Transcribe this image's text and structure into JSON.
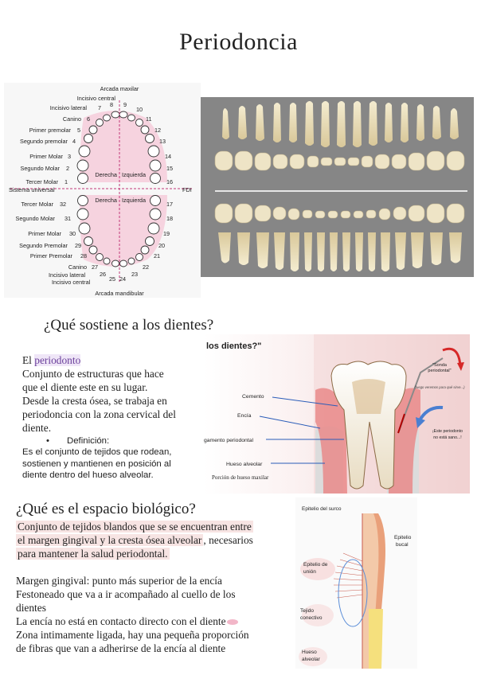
{
  "title": "Periodoncia",
  "figure1": {
    "top_label": "Arcada maxilar",
    "bottom_label": "Arcada mandibular",
    "left_system": "Sistema universal",
    "right_system": "FDI",
    "quadrants": {
      "ur": "Derecha",
      "ul": "Izquierda",
      "lr": "Derecha",
      "ll": "Izquierda"
    },
    "upper_labels": [
      "Incisivo central",
      "Incisivo lateral",
      "Canino",
      "Primer premolar",
      "Segundo premolar",
      "Primer Molar",
      "Segundo Molar",
      "Tercer Molar"
    ],
    "upper_left_numbers": [
      "7",
      "6",
      "5",
      "4",
      "3",
      "2",
      "1"
    ],
    "upper_center_numbers": [
      "8",
      "9"
    ],
    "upper_right_numbers": [
      "10",
      "11",
      "12",
      "13",
      "14",
      "15",
      "16"
    ],
    "lower_labels": [
      "Tercer Molar",
      "Segundo Molar",
      "Primer Molar",
      "Segundo Premolar",
      "Primer Premolar",
      "Canino",
      "Incisivo lateral",
      "Incisivo central"
    ],
    "lower_left_numbers": [
      "32",
      "31",
      "30",
      "29",
      "28",
      "27",
      "26"
    ],
    "lower_center_numbers": [
      "25",
      "24"
    ],
    "lower_right_numbers": [
      "17",
      "18",
      "19",
      "20",
      "21",
      "22",
      "23"
    ]
  },
  "section1": {
    "heading": "¿Qué sostiene a los dientes?",
    "intro_prefix": "El ",
    "intro_highlight": "periodonto",
    "para_lines": [
      "Conjunto de estructuras que hace",
      "que el diente este en su lugar.",
      "Desde la cresta ósea, se trabaja en",
      "periodoncia con la zona cervical del",
      "diente."
    ],
    "bullet": "Definición:",
    "definition_lines": [
      "Es el conjunto de tejidos que rodean,",
      "sostienen y mantienen en posición al",
      "diente dentro del hueso alveolar."
    ]
  },
  "figure3": {
    "heading": "los dientes?\"",
    "labels": [
      "Cemento",
      "Encía",
      "gamento periodontal",
      "Hueso alveolar"
    ],
    "caption": "Porción de hueso maxilar",
    "sonda": [
      "\"Sonda",
      "periodontal\""
    ],
    "sonda_note": "(luego veremos para qué sirve...)",
    "note": [
      "¡Este periodonto",
      "no está sano...!"
    ]
  },
  "section2": {
    "heading": "¿Qué es el espacio biológico?",
    "hl_lines": [
      "Conjunto de tejidos blandos que se se encuentran entre"
    ],
    "line2_hl": "el margen gingival y la cresta ósea alveolar",
    "line2_rest": ", necesarios",
    "line3_hl": "para mantener la salud periodontal.",
    "body_lines": [
      "Margen gingival: punto más superior de la encía",
      "Festoneado que va a ir acompañado al cuello de los",
      "dientes",
      "La encía no está en contacto directo con el diente",
      "Zona intimamente ligada, hay una pequeña proporción",
      "de fibras que van a adherirse de la encía al diente"
    ]
  },
  "figure4": {
    "labels": [
      "Epitelio del surco",
      "Epitelio",
      "bucal",
      "Epitelio de",
      "unión",
      "Tejido",
      "conectivo",
      "Hueso",
      "alveolar"
    ]
  }
}
